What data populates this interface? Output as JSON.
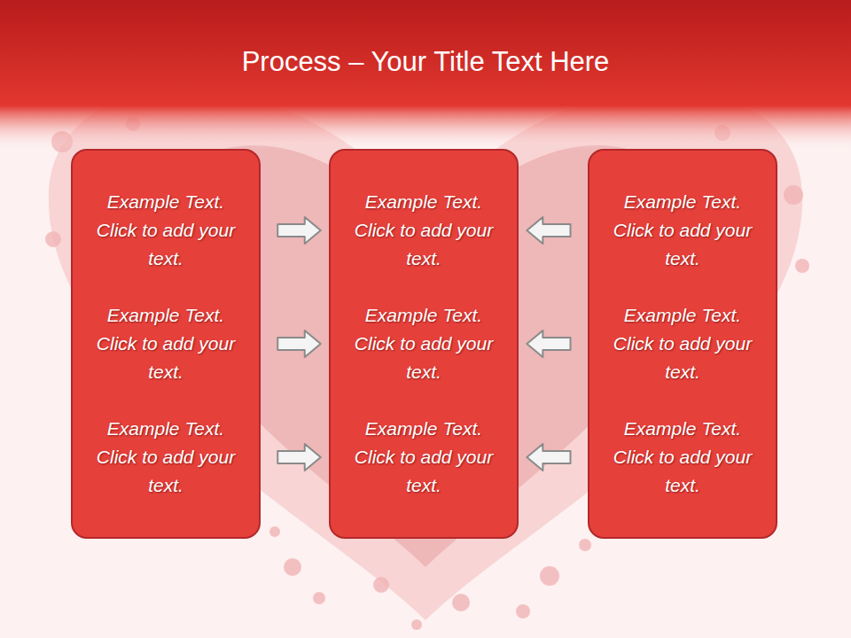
{
  "diagram": {
    "title": "Process – Your Title Text Here",
    "nodes": [
      {
        "text": [
          "Example Text. Click to add your text.",
          "Example Text. Click to add your text.",
          "Example Text. Click to add your text."
        ]
      },
      {
        "text": [
          "Example Text. Click to add your text.",
          "Example Text. Click to add your text.",
          "Example Text. Click to add your text."
        ]
      },
      {
        "text": [
          "Example Text. Click to add your text.",
          "Example Text. Click to add your text.",
          "Example Text. Click to add your text."
        ]
      }
    ],
    "edges": [
      {
        "from": 0,
        "to": 1,
        "arrow": "to"
      },
      {
        "from": 0,
        "to": 1,
        "arrow": "to"
      },
      {
        "from": 0,
        "to": 1,
        "arrow": "to"
      },
      {
        "from": 2,
        "to": 1,
        "arrow": "to"
      },
      {
        "from": 2,
        "to": 1,
        "arrow": "to"
      },
      {
        "from": 2,
        "to": 1,
        "arrow": "to"
      }
    ]
  }
}
